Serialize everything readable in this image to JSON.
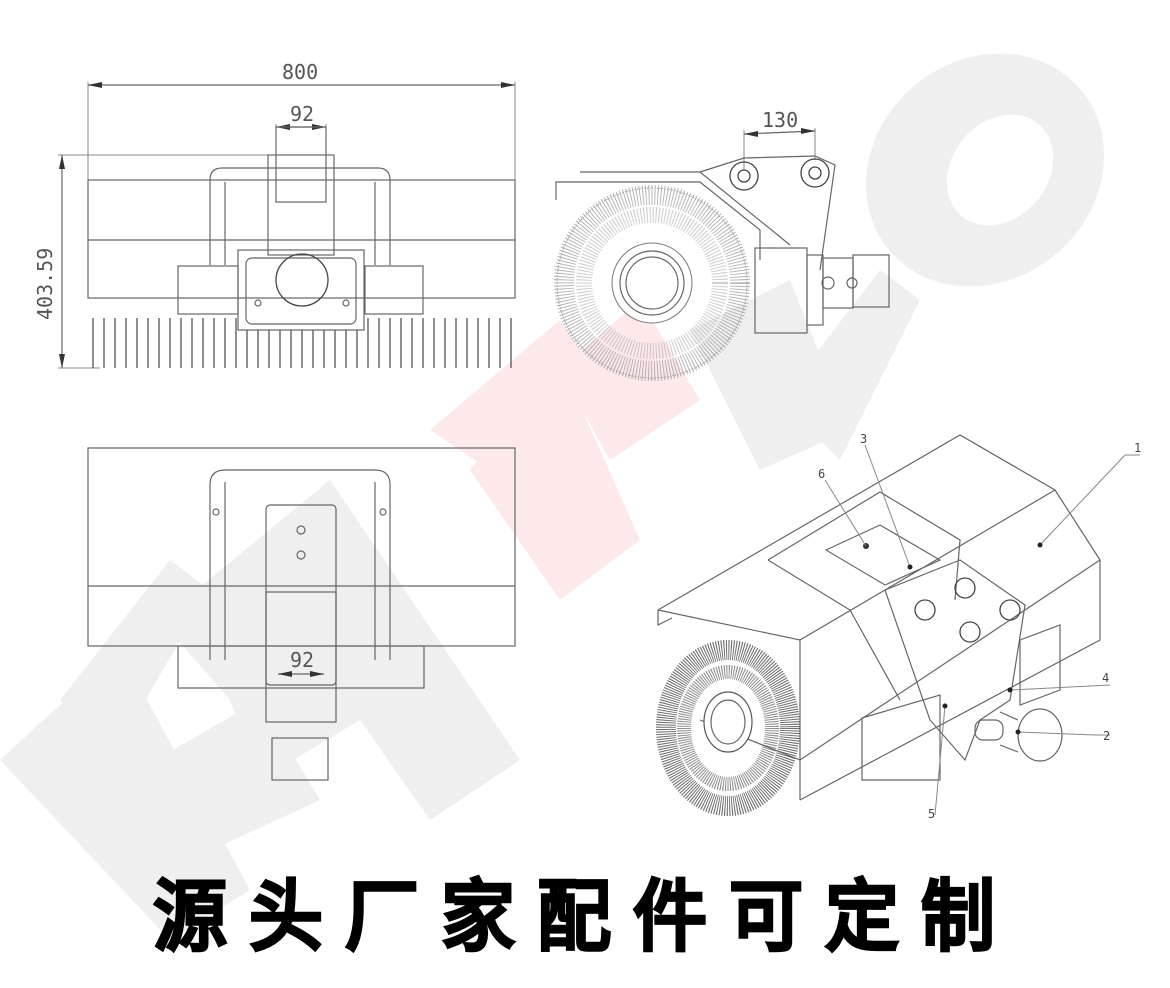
{
  "watermark": {
    "text": "KAIWO",
    "colors": {
      "gray": "#efefef",
      "pink": "#fde8ea"
    }
  },
  "views": {
    "front_view": {
      "dimensions": {
        "overall_width": "800",
        "mount_width": "92",
        "height": "403.59"
      }
    },
    "side_view": {
      "dimensions": {
        "pin_spacing": "130"
      }
    },
    "top_view": {
      "dimensions": {
        "mount_width": "92"
      }
    },
    "isometric_view": {
      "callouts": [
        "1",
        "2",
        "3",
        "4",
        "5",
        "6"
      ]
    }
  },
  "caption": "源头厂家配件可定制"
}
